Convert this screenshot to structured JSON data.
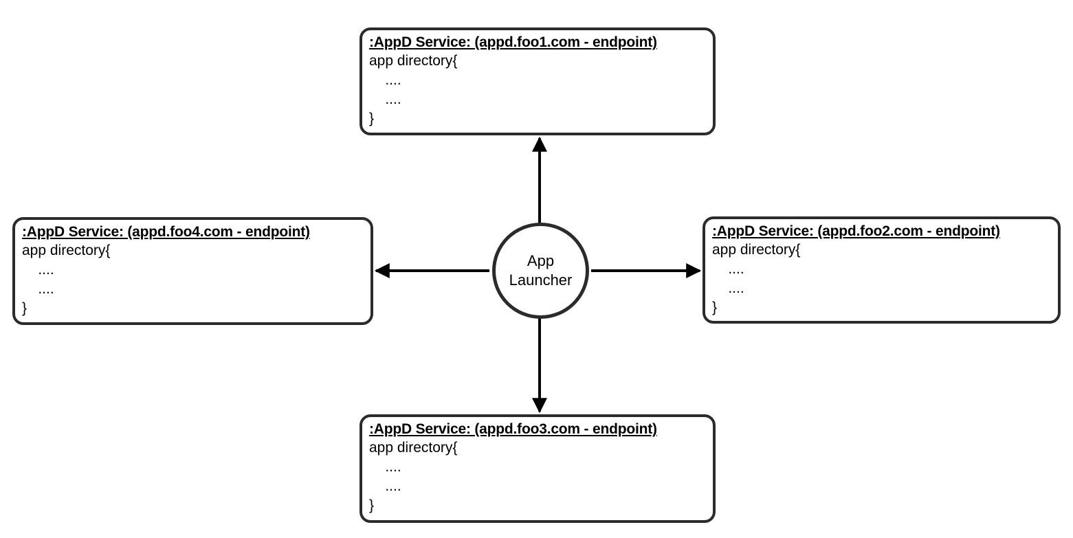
{
  "diagram": {
    "center": {
      "label": "App\nLauncher"
    },
    "nodes": [
      {
        "id": "appd-foo1",
        "position": "top",
        "title": ":AppD Service: (appd.foo1.com - endpoint)",
        "body": [
          "app directory{",
          "    ....",
          "    ....",
          "}"
        ]
      },
      {
        "id": "appd-foo2",
        "position": "right",
        "title": ":AppD Service: (appd.foo2.com - endpoint)",
        "body": [
          "app directory{",
          "    ....",
          "    ....",
          "}"
        ]
      },
      {
        "id": "appd-foo3",
        "position": "bottom",
        "title": ":AppD Service: (appd.foo3.com - endpoint)",
        "body": [
          "app directory{",
          "    ....",
          "    ....",
          "}"
        ]
      },
      {
        "id": "appd-foo4",
        "position": "left",
        "title": ":AppD Service: (appd.foo4.com - endpoint)",
        "body": [
          "app directory{",
          "    ....",
          "    ....",
          "}"
        ]
      }
    ],
    "colors": {
      "border": "#2b2b2b",
      "arrow": "#000000",
      "text": "#000000",
      "background": "#ffffff"
    }
  }
}
